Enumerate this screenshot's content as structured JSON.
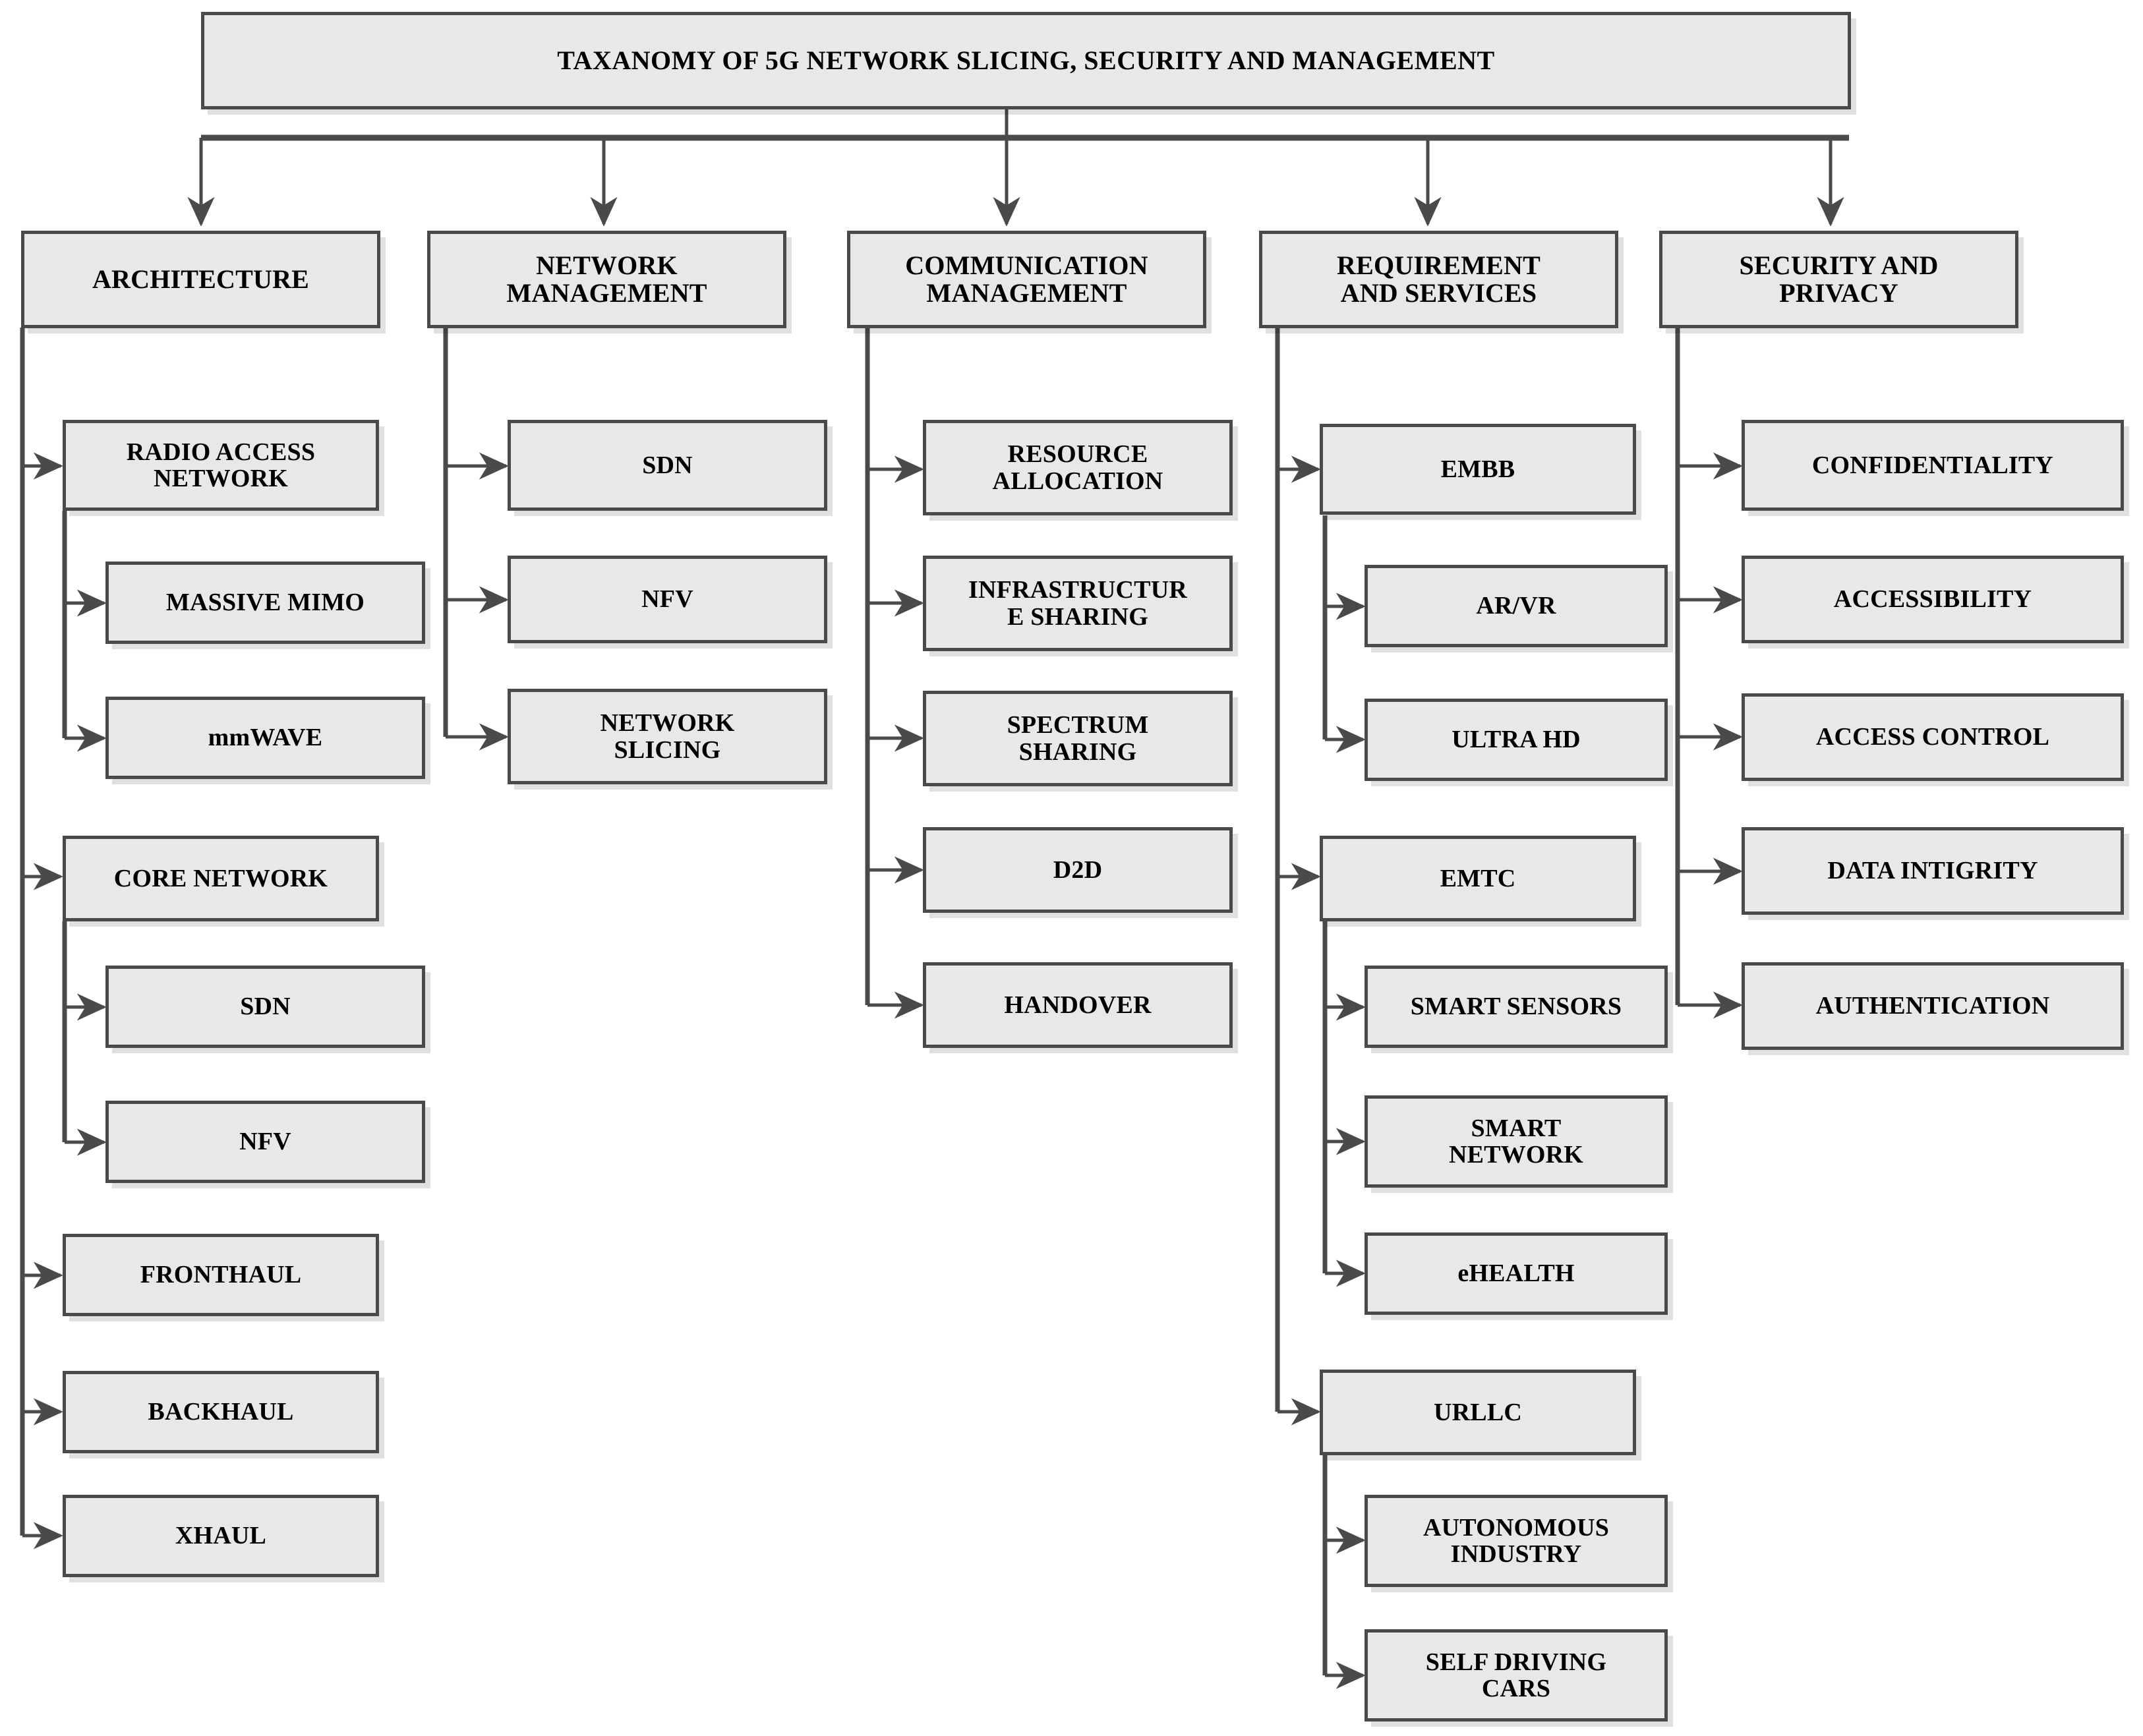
{
  "diagram": {
    "title": "TAXANOMY OF 5G NETWORK SLICING, SECURITY AND MANAGEMENT",
    "palette": {
      "node_fill": "#e8e8e8",
      "node_border": "#4a4a4a",
      "connector": "#4a4a4a",
      "page_background": "#ffffff",
      "text": "#000000"
    },
    "root": {
      "label": "TAXANOMY OF 5G NETWORK SLICING, SECURITY AND MANAGEMENT"
    },
    "branches": [
      {
        "label": "ARCHITECTURE",
        "children": [
          {
            "label": "RADIO ACCESS\nNETWORK",
            "children": [
              {
                "label": "MASSIVE MIMO"
              },
              {
                "label": "mmWAVE"
              }
            ]
          },
          {
            "label": "CORE NETWORK",
            "children": [
              {
                "label": "SDN"
              },
              {
                "label": "NFV"
              }
            ]
          },
          {
            "label": "FRONTHAUL"
          },
          {
            "label": "BACKHAUL"
          },
          {
            "label": "XHAUL"
          }
        ]
      },
      {
        "label": "NETWORK\nMANAGEMENT",
        "children": [
          {
            "label": "SDN"
          },
          {
            "label": "NFV"
          },
          {
            "label": "NETWORK\nSLICING"
          }
        ]
      },
      {
        "label": "COMMUNICATION\nMANAGEMENT",
        "children": [
          {
            "label": "RESOURCE\nALLOCATION"
          },
          {
            "label": "INFRASTRUCTUR\nE SHARING"
          },
          {
            "label": "SPECTRUM\nSHARING"
          },
          {
            "label": "D2D"
          },
          {
            "label": "HANDOVER"
          }
        ]
      },
      {
        "label": "REQUIREMENT\nAND SERVICES",
        "children": [
          {
            "label": "EMBB",
            "children": [
              {
                "label": "AR/VR"
              },
              {
                "label": "ULTRA HD"
              }
            ]
          },
          {
            "label": "EMTC",
            "children": [
              {
                "label": "SMART SENSORS"
              },
              {
                "label": "SMART\nNETWORK"
              },
              {
                "label": "eHEALTH"
              }
            ]
          },
          {
            "label": "URLLC",
            "children": [
              {
                "label": "AUTONOMOUS\nINDUSTRY"
              },
              {
                "label": "SELF DRIVING\nCARS"
              }
            ]
          }
        ]
      },
      {
        "label": "SECURITY AND\nPRIVACY",
        "children": [
          {
            "label": "CONFIDENTIALITY"
          },
          {
            "label": "ACCESSIBILITY"
          },
          {
            "label": "ACCESS CONTROL"
          },
          {
            "label": "DATA INTIGRITY"
          },
          {
            "label": "AUTHENTICATION"
          }
        ]
      }
    ],
    "nodes": {
      "root": {
        "label": "TAXANOMY OF 5G NETWORK SLICING, SECURITY AND MANAGEMENT"
      },
      "arch": {
        "label": "ARCHITECTURE"
      },
      "netmgmt": {
        "label": "NETWORK\nMANAGEMENT"
      },
      "commmgmt": {
        "label": "COMMUNICATION\nMANAGEMENT"
      },
      "reqserv": {
        "label": "REQUIREMENT\nAND SERVICES"
      },
      "secpriv": {
        "label": "SECURITY AND\nPRIVACY"
      },
      "ran": {
        "label": "RADIO ACCESS\nNETWORK"
      },
      "mimo": {
        "label": "MASSIVE MIMO"
      },
      "mmwave": {
        "label": "mmWAVE"
      },
      "core": {
        "label": "CORE NETWORK"
      },
      "coresdn": {
        "label": "SDN"
      },
      "corenfv": {
        "label": "NFV"
      },
      "fronthaul": {
        "label": "FRONTHAUL"
      },
      "backhaul": {
        "label": "BACKHAUL"
      },
      "xhaul": {
        "label": "XHAUL"
      },
      "nmsdn": {
        "label": "SDN"
      },
      "nmnfv": {
        "label": "NFV"
      },
      "nmslicing": {
        "label": "NETWORK\nSLICING"
      },
      "resalloc": {
        "label": "RESOURCE\nALLOCATION"
      },
      "infrashare": {
        "label": "INFRASTRUCTUR\nE SHARING"
      },
      "specshare": {
        "label": "SPECTRUM\nSHARING"
      },
      "d2d": {
        "label": "D2D"
      },
      "handover": {
        "label": "HANDOVER"
      },
      "embb": {
        "label": "EMBB"
      },
      "arvr": {
        "label": "AR/VR"
      },
      "ultrahd": {
        "label": "ULTRA HD"
      },
      "emtc": {
        "label": "EMTC"
      },
      "smartsensor": {
        "label": "SMART SENSORS"
      },
      "smartnet": {
        "label": "SMART\nNETWORK"
      },
      "ehealth": {
        "label": "eHEALTH"
      },
      "urllc": {
        "label": "URLLC"
      },
      "autoind": {
        "label": "AUTONOMOUS\nINDUSTRY"
      },
      "selfcars": {
        "label": "SELF DRIVING\nCARS"
      },
      "confidential": {
        "label": "CONFIDENTIALITY"
      },
      "accessibility": {
        "label": "ACCESSIBILITY"
      },
      "accesscontrol": {
        "label": "ACCESS CONTROL"
      },
      "dataintigrity": {
        "label": "DATA INTIGRITY"
      },
      "authentication": {
        "label": "AUTHENTICATION"
      }
    }
  }
}
